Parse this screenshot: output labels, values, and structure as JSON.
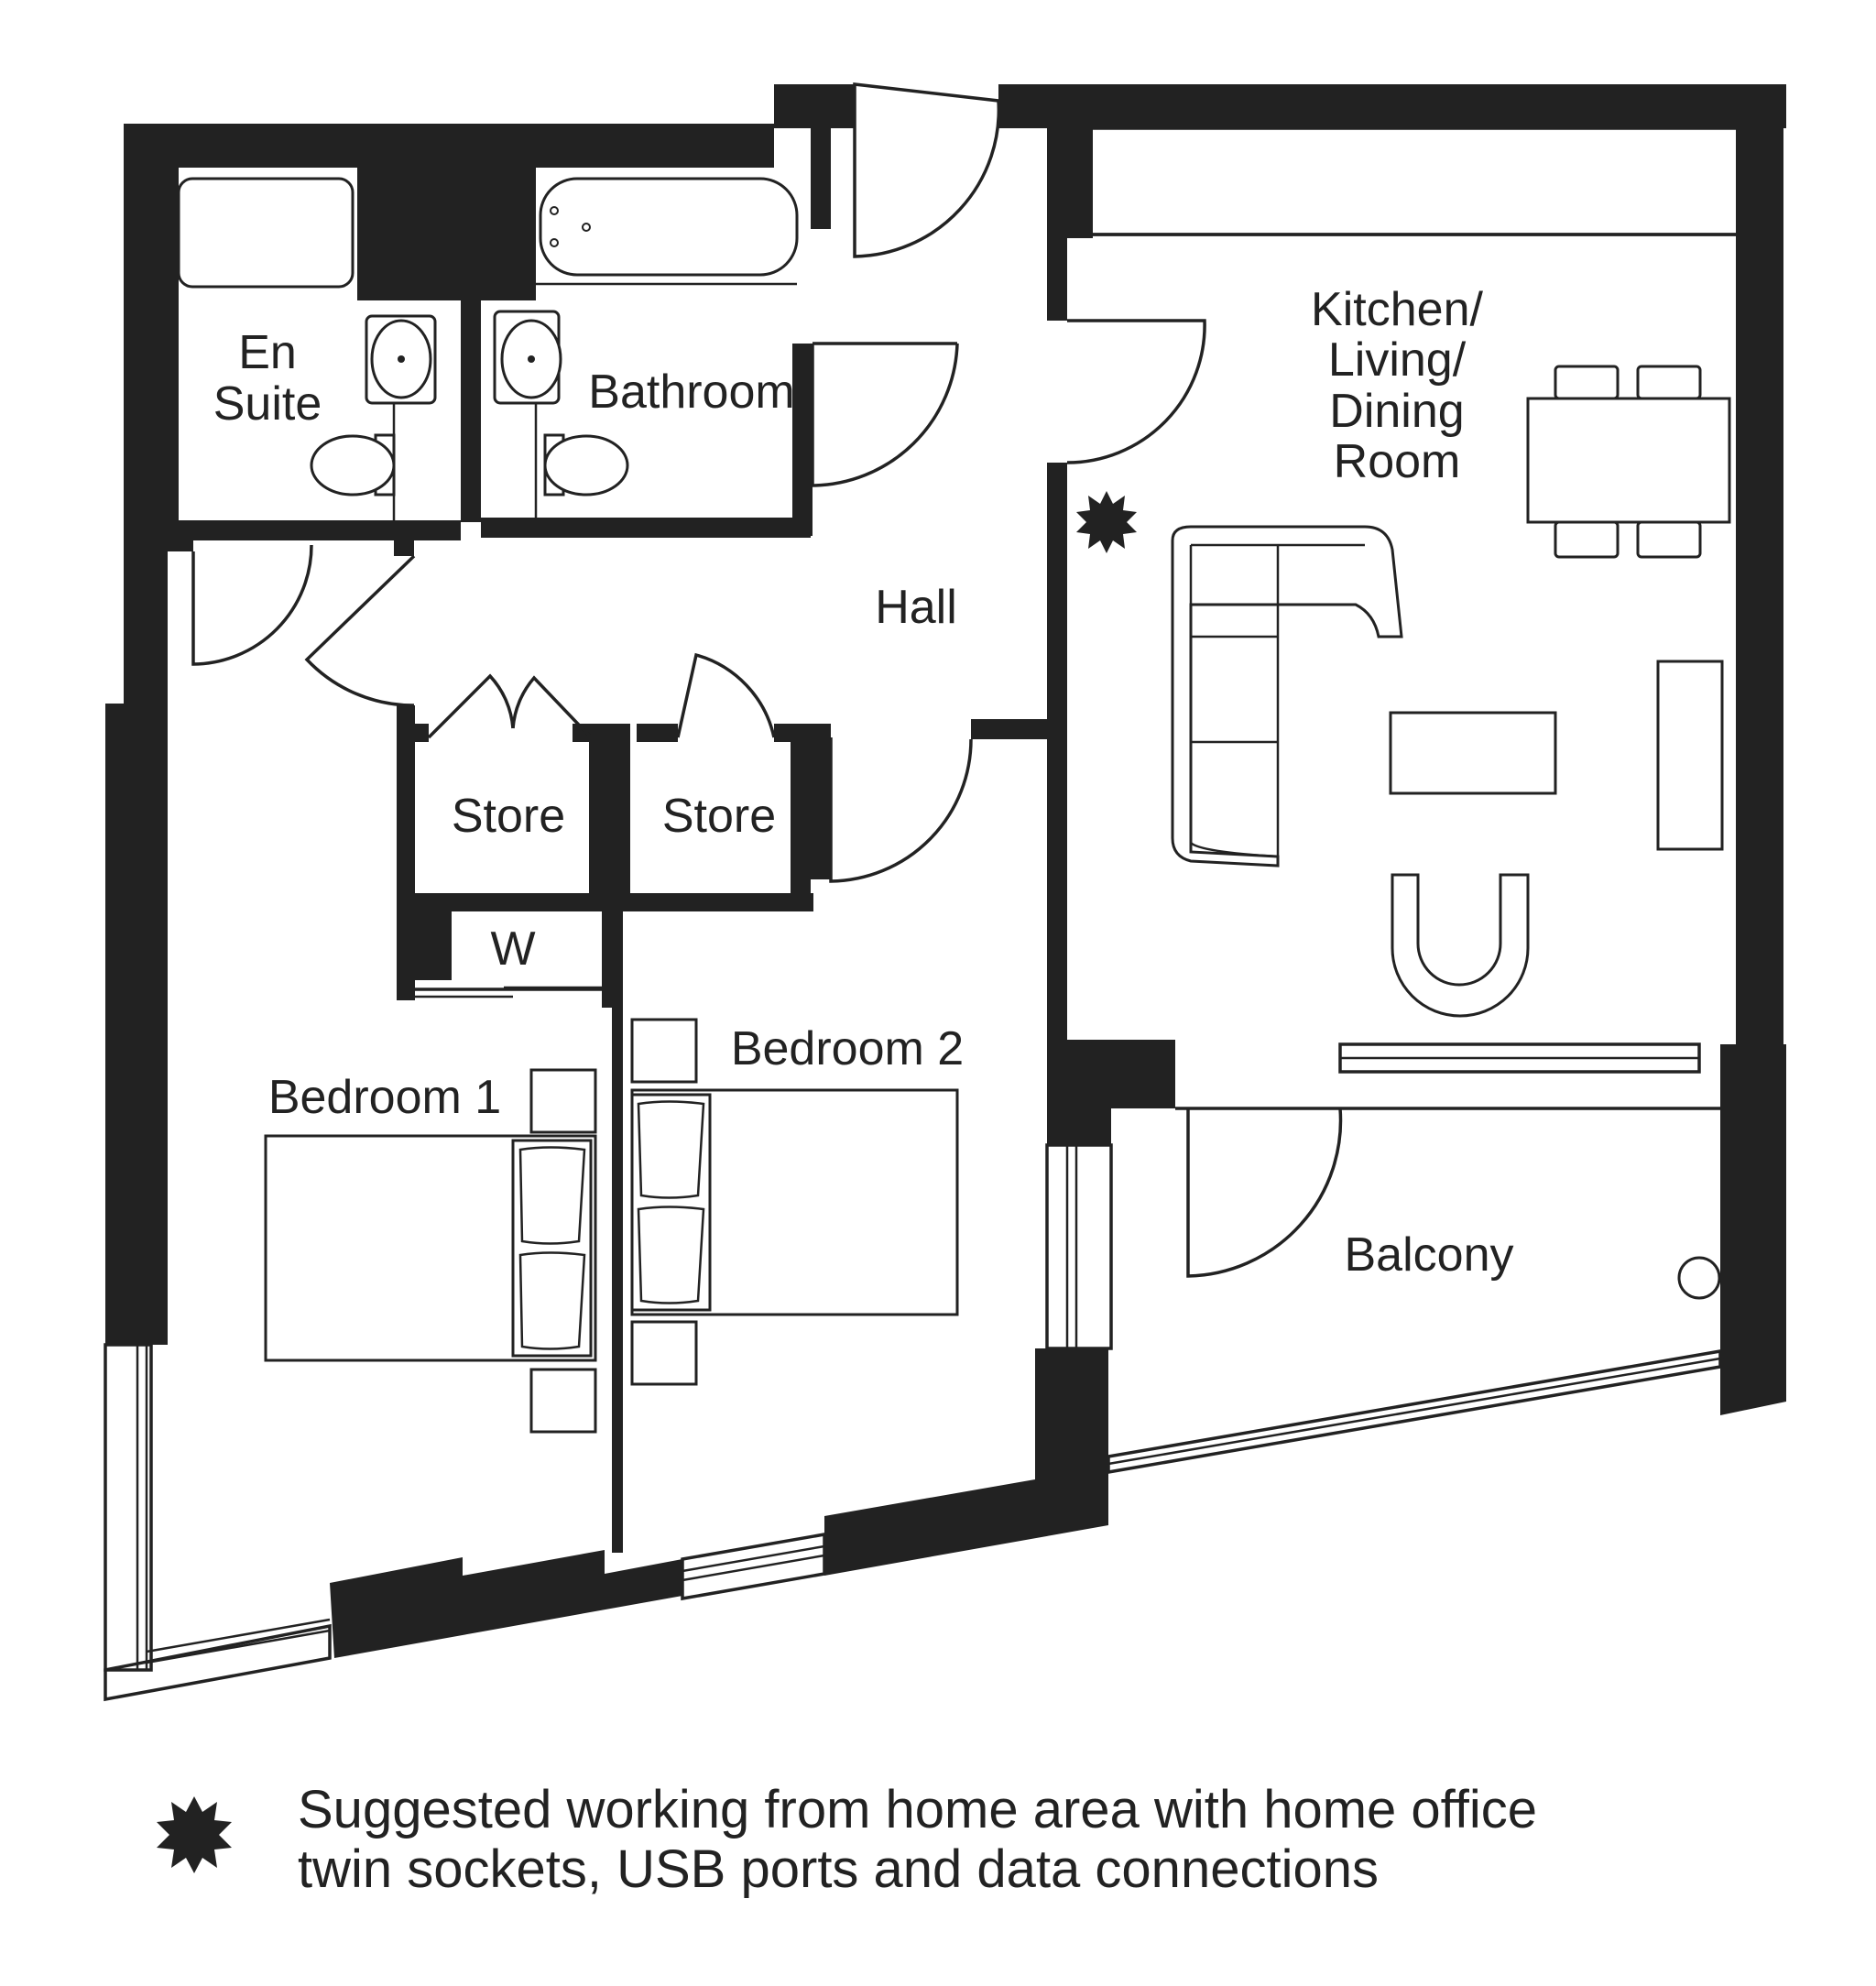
{
  "rooms": {
    "en_suite": [
      "En",
      "Suite"
    ],
    "bathroom": "Bathroom",
    "hall": "Hall",
    "kitchen": [
      "Kitchen/",
      "Living/",
      "Dining",
      "Room"
    ],
    "store_left": "Store",
    "store_right": "Store",
    "wardrobe": "W",
    "bedroom1": "Bedroom 1",
    "bedroom2": "Bedroom 2",
    "balcony": "Balcony"
  },
  "legend": {
    "icon": "starburst-icon",
    "line1": "Suggested working from home area with home office",
    "line2": "twin sockets, USB ports and data connections"
  },
  "colors": {
    "ink": "#222222",
    "background": "#ffffff"
  }
}
